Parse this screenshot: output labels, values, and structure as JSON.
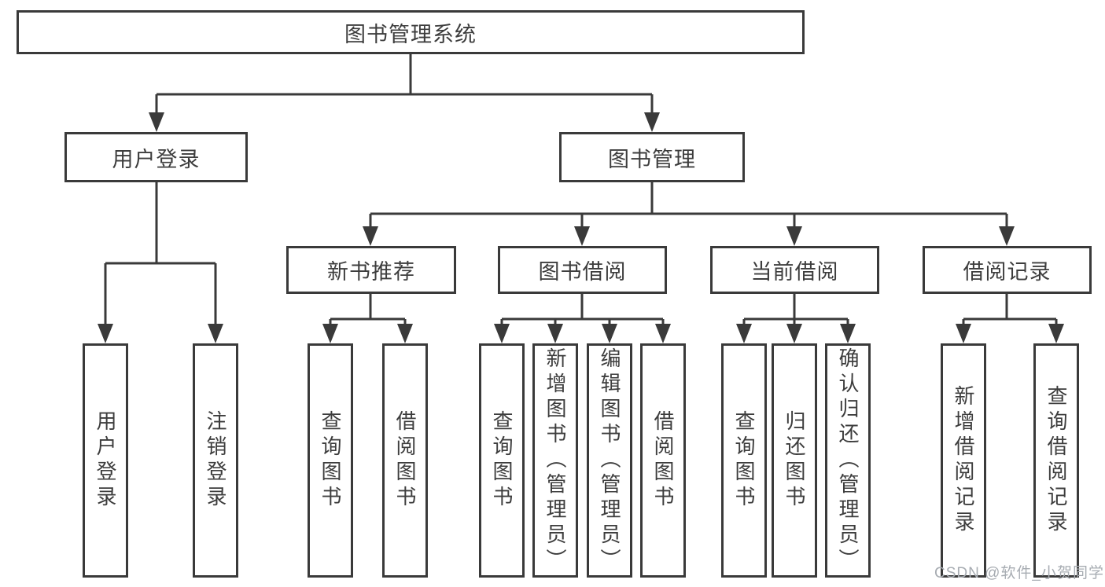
{
  "diagram": {
    "title": "图书管理系统",
    "nodes": {
      "root": "图书管理系统",
      "user_login": "用户登录",
      "book_mgmt": "图书管理",
      "new_book_rec": "新书推荐",
      "book_borrow": "图书借阅",
      "current_borrow": "当前借阅",
      "borrow_records": "借阅记录",
      "leaf_user_login": "用户登录",
      "leaf_logout": "注销登录",
      "leaf_query_books_a": "查询图书",
      "leaf_borrow_books_a": "借阅图书",
      "leaf_query_books_b": "查询图书",
      "leaf_add_books_admin": "新增图书（管理员）",
      "leaf_edit_books_admin": "编辑图书（管理员）",
      "leaf_borrow_books_b": "借阅图书",
      "leaf_query_books_c": "查询图书",
      "leaf_return_books": "归还图书",
      "leaf_confirm_return_admin": "确认归还（管理员）",
      "leaf_add_borrow_record": "新增借阅记录",
      "leaf_query_borrow_record": "查询借阅记录"
    },
    "edges": [
      "图书管理系统→用户登录",
      "图书管理系统→图书管理",
      "用户登录→用户登录",
      "用户登录→注销登录",
      "图书管理→新书推荐",
      "图书管理→图书借阅",
      "图书管理→当前借阅",
      "图书管理→借阅记录",
      "新书推荐→查询图书",
      "新书推荐→借阅图书",
      "图书借阅→查询图书",
      "图书借阅→新增图书（管理员）",
      "图书借阅→编辑图书（管理员）",
      "图书借阅→借阅图书",
      "当前借阅→查询图书",
      "当前借阅→归还图书",
      "当前借阅→确认归还（管理员）",
      "借阅记录→新增借阅记录",
      "借阅记录→查询借阅记录"
    ],
    "watermark": "CSDN @软件_小贺同学",
    "colors": {
      "line": "#3a3a3a",
      "text": "#3d3d3d",
      "background": "#ffffff",
      "watermark": "#a7acb2"
    }
  }
}
